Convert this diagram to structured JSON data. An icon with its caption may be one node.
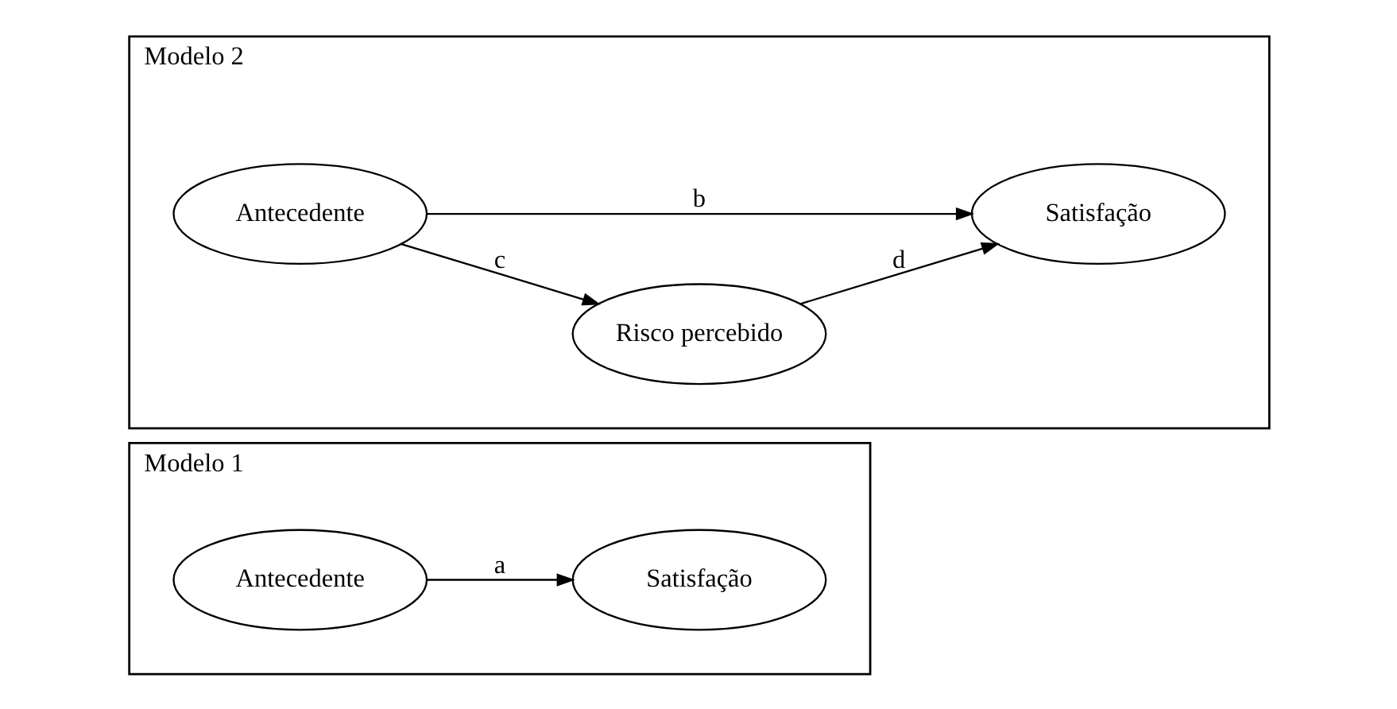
{
  "diagram": {
    "nodes": [
      {
        "text": [
          "Modelo 1"
        ]
      },
      {
        "text": [
          "Antecedente"
        ],
        "in": 0
      },
      {
        "text": [
          "Satisfação"
        ],
        "in": 0
      },
      {
        "text": [
          "Modelo 2"
        ]
      },
      {
        "text": [
          "Risco percebido"
        ],
        "in": 3
      },
      {
        "text": [
          "Antecedente"
        ],
        "in": 3
      },
      {
        "text": [
          "Satisfação"
        ],
        "in": 3
      }
    ],
    "edges": [
      {
        "from": 1,
        "to": 2,
        "arrow": "to",
        "label": "a"
      },
      {
        "from": 5,
        "to": 4,
        "arrow": "to",
        "label": "c"
      },
      {
        "from": 4,
        "to": 6,
        "arrow": "to",
        "label": "d"
      },
      {
        "from": 5,
        "to": 6,
        "arrow": "to",
        "label": "b"
      }
    ]
  }
}
